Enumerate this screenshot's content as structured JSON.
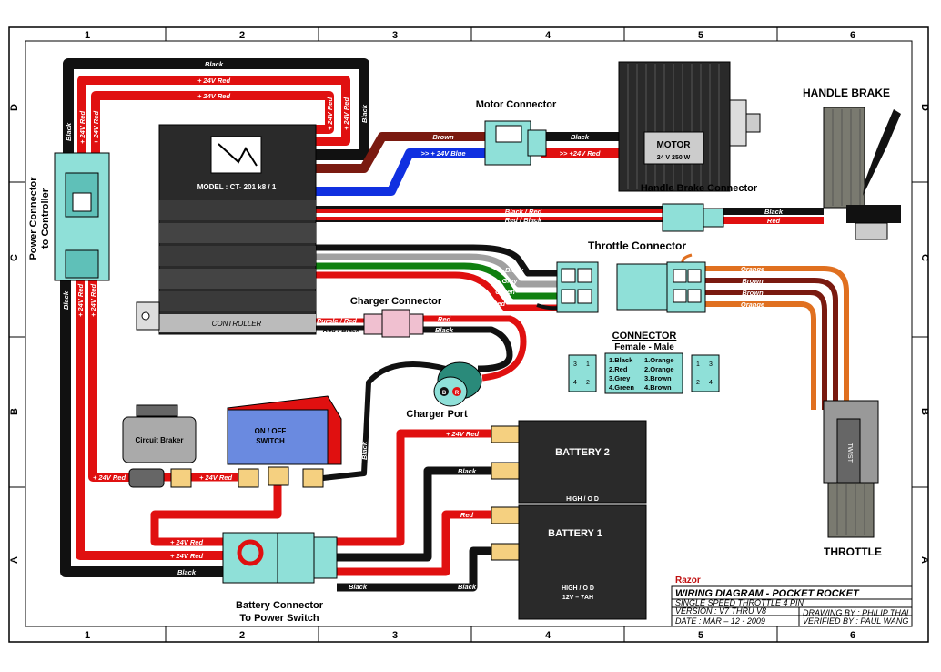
{
  "grid": {
    "cols": [
      "1",
      "2",
      "3",
      "4",
      "5",
      "6"
    ],
    "rows": [
      "D",
      "C",
      "B",
      "A"
    ]
  },
  "components": {
    "motor_connector": "Motor Connector",
    "motor_title": "MOTOR",
    "motor_spec": "24 V 250 W",
    "handle_brake": "HANDLE BRAKE",
    "handle_brake_connector": "Handle Brake Connector",
    "throttle_connector": "Throttle Connector",
    "charger_connector": "Charger Connector",
    "charger_port": "Charger Port",
    "controller_model": "MODEL : CT- 201 k8 / 1",
    "controller_label": "CONTROLLER",
    "power_connector": "Power Connector",
    "power_connector_2": "to Controller",
    "circuit_breaker": "Circuit Braker",
    "switch_line1": "ON / OFF",
    "switch_line2": "SWITCH",
    "battery2": "BATTERY 2",
    "battery1": "BATTERY 1",
    "battery2_sub": "HIGH / O D",
    "battery1_sub1": "HIGH / O D",
    "battery1_sub2": "12V – 7AH",
    "battery_connector": "Battery Connector",
    "battery_connector_2": "To Power Switch",
    "throttle": "THROTTLE",
    "twist": "TWIST"
  },
  "wire_labels": {
    "black": "Black",
    "red": "Red",
    "red24": "+ 24V Red",
    "brown": "Brown",
    "blue24": ">> + 24V Blue",
    "red24_motor": ">> +24V Red",
    "black_red": "Black / Red",
    "red_black": "Red / Black",
    "grey": "Grey",
    "green": "Green",
    "orange": "Orange",
    "purple_red": "Purple / Red",
    "red_black_charger": "Red / Black"
  },
  "connector_legend": {
    "title": "CONNECTOR",
    "subtitle": "Female  -  Male",
    "female": [
      "1.Black",
      "2.Red",
      "3.Grey",
      "4.Green"
    ],
    "male": [
      "1.Orange",
      "2.Orange",
      "3.Brown",
      "4.Brown"
    ]
  },
  "title_block": {
    "brand": "Razor",
    "title": "WIRING DIAGRAM - POCKET ROCKET",
    "line1": "SINGLE SPEED THROTTLE 4 PIN",
    "version": "VERSION : V7 THRU V8",
    "date": "DATE : MAR – 12 - 2009",
    "drawing_by": "DRAWING BY : PHILIP THAI",
    "verified_by": "VERIFIED BY : PAUL WANG"
  },
  "colors": {
    "black": "#111111",
    "red": "#e01010",
    "brown": "#7a1a10",
    "blue": "#1030e0",
    "grey": "#a0a0a0",
    "green": "#108010",
    "orange": "#e07020",
    "connector": "#8fe0d8"
  }
}
